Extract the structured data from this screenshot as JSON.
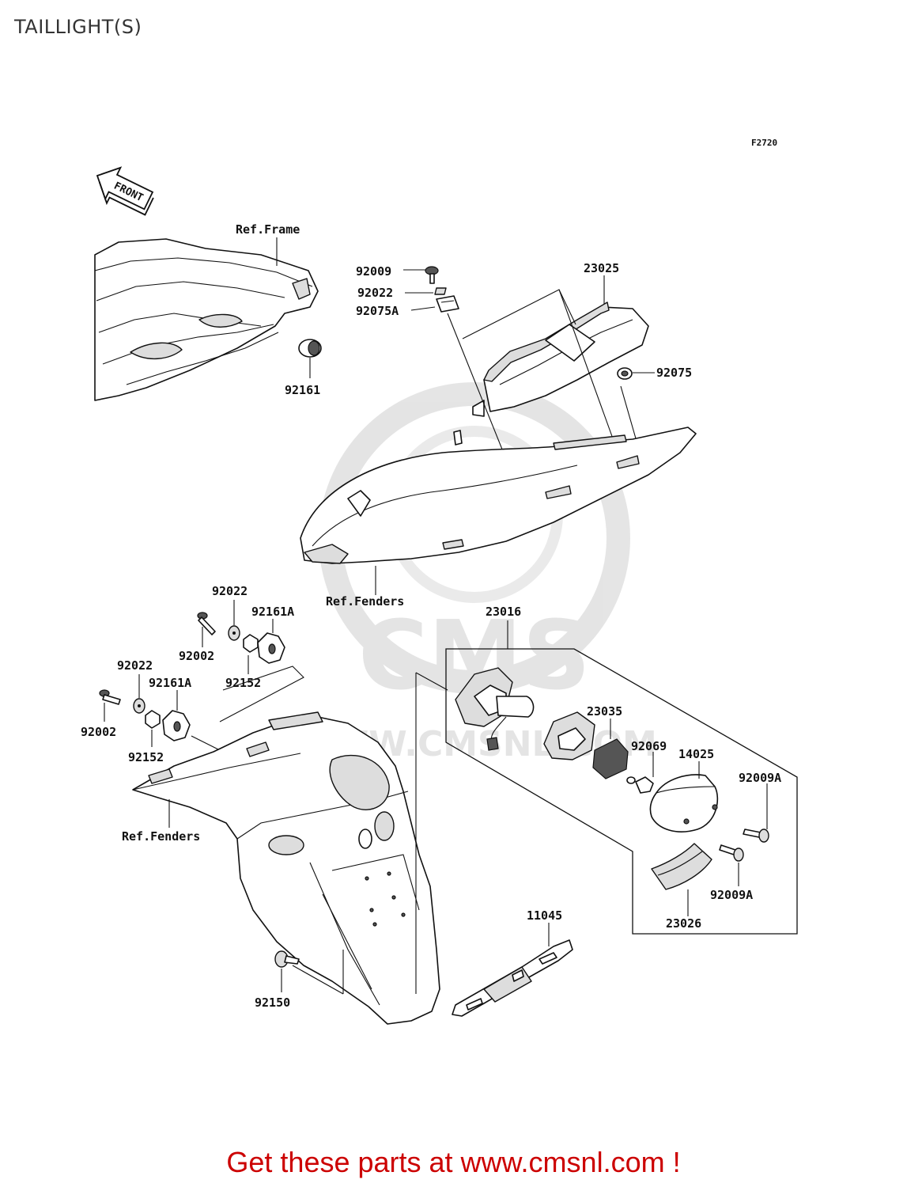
{
  "title": "TAILLIGHT(S)",
  "figure_code": "F2720",
  "front_label": "FRONT",
  "footer": "Get these parts at www.cmsnl.com !",
  "watermark": {
    "brand": "CMS",
    "url": "WWW.CMSNL.COM",
    "color": "#e2e2e2"
  },
  "references": {
    "frame": "Ref.Frame",
    "fenders_upper": "Ref.Fenders",
    "fenders_lower": "Ref.Fenders"
  },
  "parts": {
    "p92009": "92009",
    "p92022_top": "92022",
    "p92075A": "92075A",
    "p23025": "23025",
    "p92075": "92075",
    "p92161": "92161",
    "p92022_a": "92022",
    "p92161A_a": "92161A",
    "p92002_a": "92002",
    "p92152_a": "92152",
    "p92022_b": "92022",
    "p92161A_b": "92161A",
    "p92002_b": "92002",
    "p92152_b": "92152",
    "p23016": "23016",
    "p23035": "23035",
    "p92069": "92069",
    "p14025": "14025",
    "p92009A_a": "92009A",
    "p92009A_b": "92009A",
    "p23026": "23026",
    "p11045": "11045",
    "p92150": "92150"
  },
  "colors": {
    "footer": "#cc0000",
    "line": "#111111"
  }
}
